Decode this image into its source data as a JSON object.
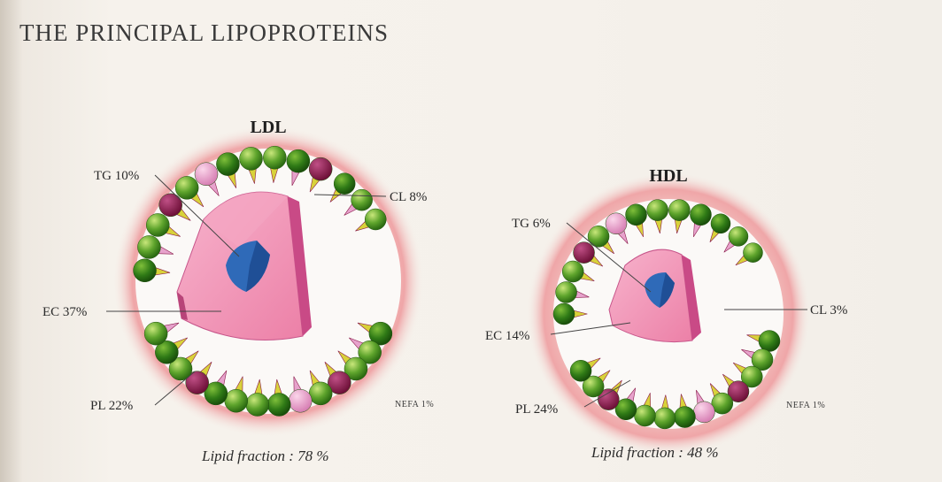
{
  "title": "THE PRINCIPAL LIPOPROTEINS",
  "particles": [
    {
      "name": "LDL",
      "labels": {
        "tg": "TG 10%",
        "cl": "CL 8%",
        "ec": "EC 37%",
        "pl": "PL 22%",
        "nefa": "NEFA 1%"
      },
      "lipid_fraction": "Lipid fraction : 78 %"
    },
    {
      "name": "HDL",
      "labels": {
        "tg": "TG 6%",
        "cl": "CL 3%",
        "ec": "EC 14%",
        "pl": "PL 24%",
        "nefa": "NEFA 1%"
      },
      "lipid_fraction": "Lipid fraction : 48 %"
    }
  ],
  "colors": {
    "halo": "#efa9ab",
    "core_pink": "#ef86ad",
    "core_dark": "#c94a86",
    "core_blue": "#2f6ab8",
    "head_green": "#3f8f1e",
    "head_light_green": "#9ccc4a",
    "tail_yellow": "#d8d23a",
    "tail_pink": "#e7a2cc",
    "maroon": "#8a1a4a"
  }
}
